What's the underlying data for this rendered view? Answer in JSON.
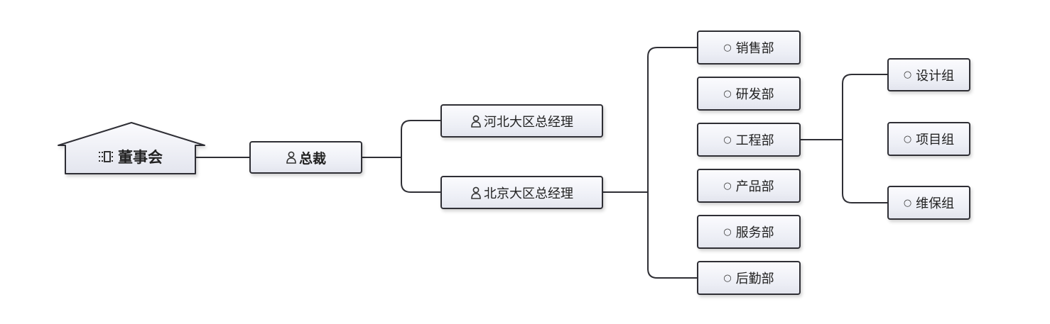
{
  "root": {
    "label": "董事会",
    "icon": "building-grid-icon"
  },
  "president": {
    "label": "总裁",
    "icon": "person-icon"
  },
  "regions": [
    {
      "label": "河北大区总经理",
      "icon": "person-icon"
    },
    {
      "label": "北京大区总经理",
      "icon": "person-icon"
    }
  ],
  "departments": [
    {
      "label": "销售部"
    },
    {
      "label": "研发部"
    },
    {
      "label": "工程部"
    },
    {
      "label": "产品部"
    },
    {
      "label": "服务部"
    },
    {
      "label": "后勤部"
    }
  ],
  "groups": [
    {
      "label": "设计组"
    },
    {
      "label": "项目组"
    },
    {
      "label": "维保组"
    }
  ],
  "colors": {
    "border": "#2f2f35",
    "line": "#2f2f35",
    "fill_top": "#fbfbfe",
    "fill_bottom": "#e3e5ee"
  }
}
